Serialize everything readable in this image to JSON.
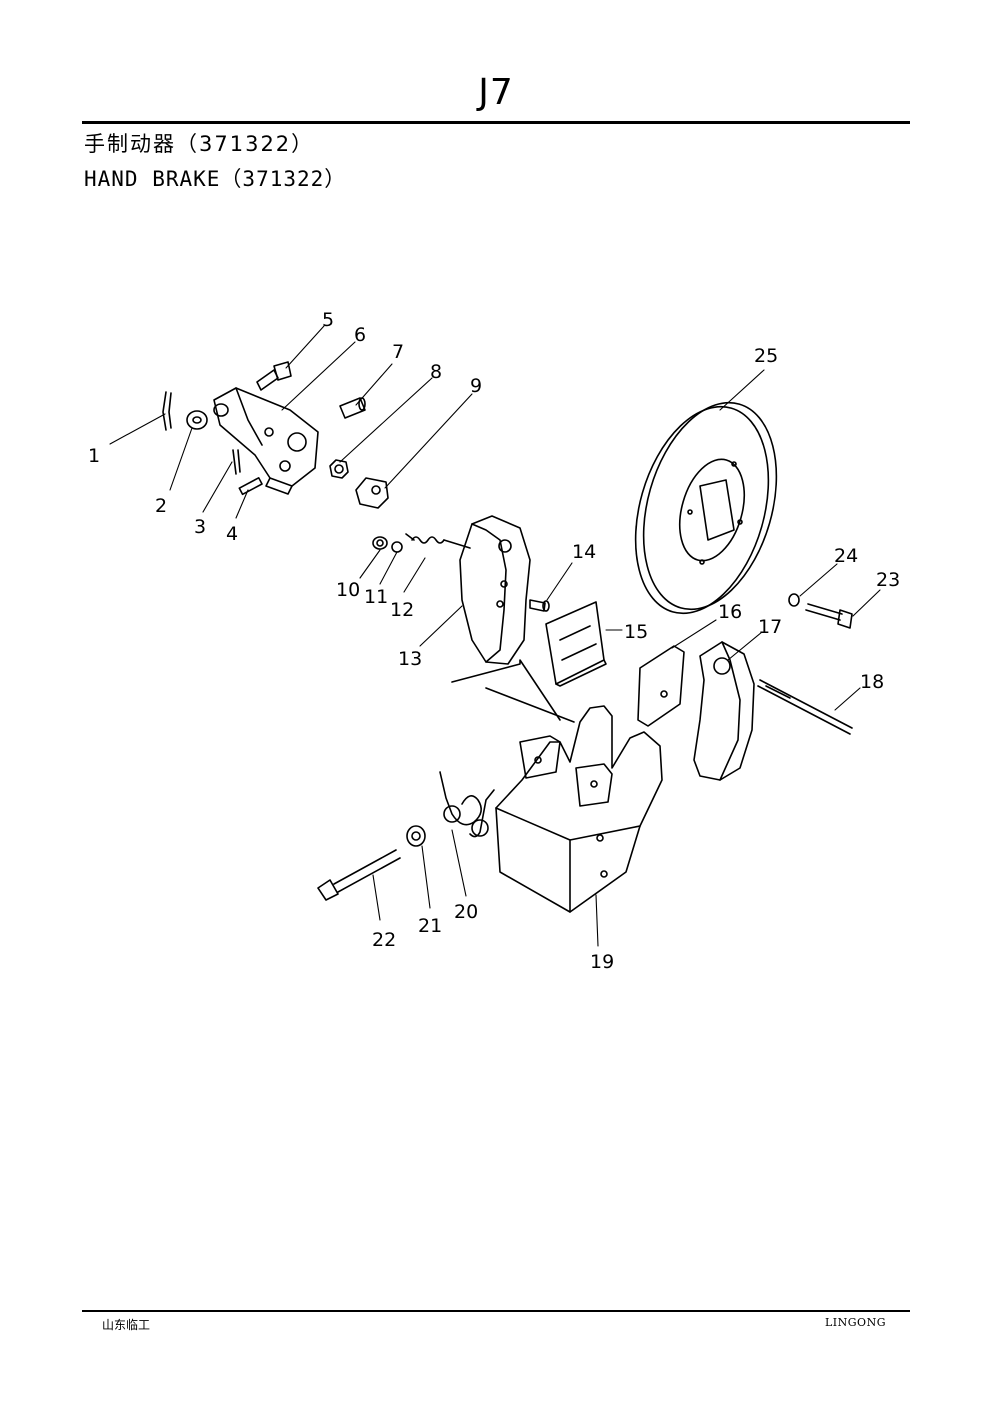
{
  "page_code": "J7",
  "title_cn": "手制动器（371322）",
  "title_en": "HAND BRAKE（371322）",
  "footer_left": "山东临工",
  "footer_right": "LINGONG",
  "callouts": [
    "1",
    "2",
    "3",
    "4",
    "5",
    "6",
    "7",
    "8",
    "9",
    "10",
    "11",
    "12",
    "13",
    "14",
    "15",
    "16",
    "17",
    "18",
    "19",
    "20",
    "21",
    "22",
    "23",
    "24",
    "25"
  ]
}
